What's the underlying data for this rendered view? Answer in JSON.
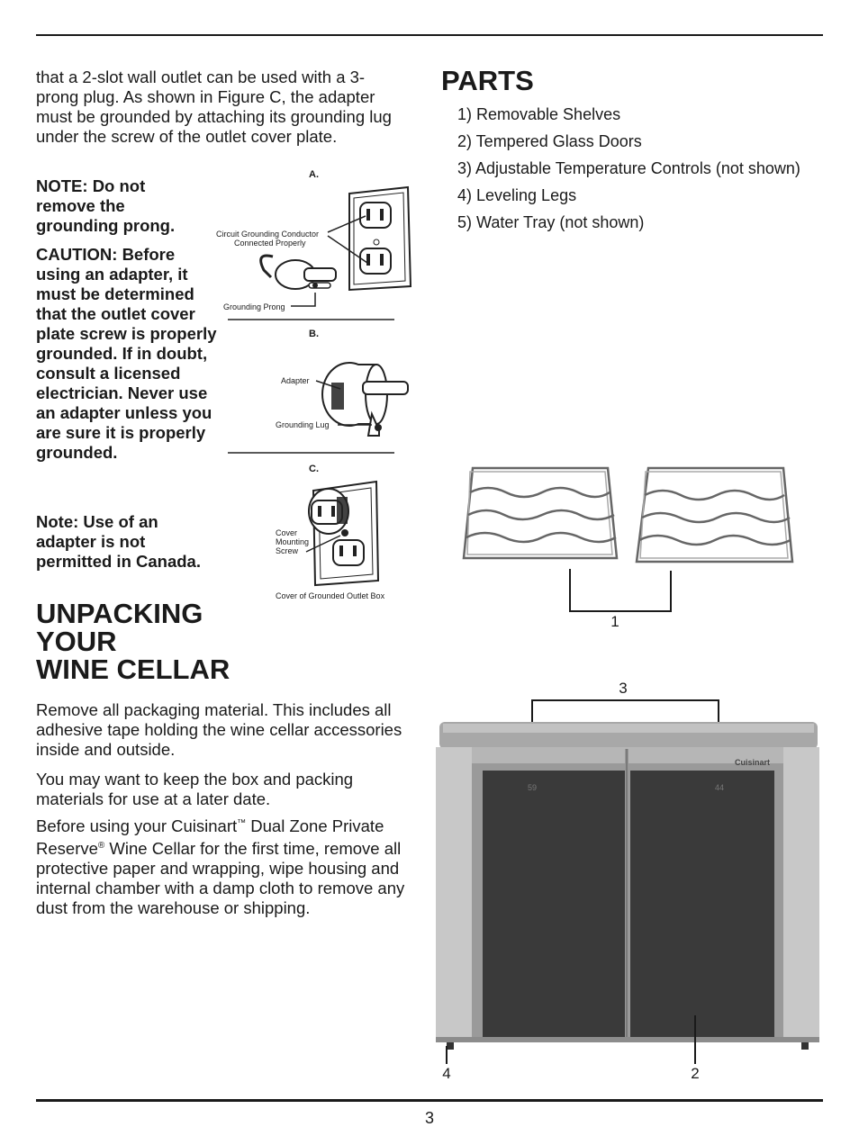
{
  "intro": "that a 2-slot wall outlet can be used with a 3-prong plug. As shown in Figure C, the adapter must be grounded by attaching its grounding lug under the screw of the outlet cover plate.",
  "note1": "NOTE: Do not remove the grounding prong.",
  "caution": "CAUTION: Before using an adapter, it must be determined that the outlet cover plate screw is properly grounded. If in doubt, consult a licensed electrician. Never use an adapter unless you are sure it is properly grounded.",
  "note2": "Note: Use of an adapter is not permitted in Canada.",
  "figures": {
    "a_letter": "A.",
    "a_conductor_1": "Circuit Grounding Conductor",
    "a_conductor_2": "Connected Properly",
    "a_prong": "Grounding Prong",
    "b_letter": "B.",
    "b_adapter": "Adapter",
    "b_lug": "Grounding Lug",
    "c_letter": "C.",
    "c_cover_1": "Cover",
    "c_cover_2": "Mounting",
    "c_cover_3": "Screw",
    "c_box": "Cover of Grounded Outlet Box"
  },
  "unpacking": {
    "heading_1": "UNPACKING",
    "heading_2": "YOUR",
    "heading_3": "WINE CELLAR",
    "p1": "Remove all packaging material. This includes all adhesive tape holding the wine cellar accessories inside and outside.",
    "p2": "You may want to keep the box and packing materials for use at a later date.",
    "p3_a": "Before using your Cuisinart",
    "p3_tm": "™",
    "p3_b": " Dual Zone Private Reserve",
    "p3_reg": "®",
    "p3_c": " Wine Cellar for the first time, remove all protective paper and wrapping, wipe housing and internal chamber with a damp cloth to remove any dust from the warehouse or shipping."
  },
  "parts": {
    "heading": "PARTS",
    "items": [
      "1) Removable Shelves",
      "2) Tempered Glass Doors",
      "3) Adjustable Temperature Controls (not shown)",
      "4) Leveling Legs",
      "5) Water Tray (not shown)"
    ]
  },
  "callouts": {
    "shelves": "1",
    "doors": "2",
    "controls": "3",
    "legs": "4"
  },
  "appliance": {
    "brand": "Cuisinart",
    "display_left": "59",
    "display_right": "44"
  },
  "page_number": "3"
}
